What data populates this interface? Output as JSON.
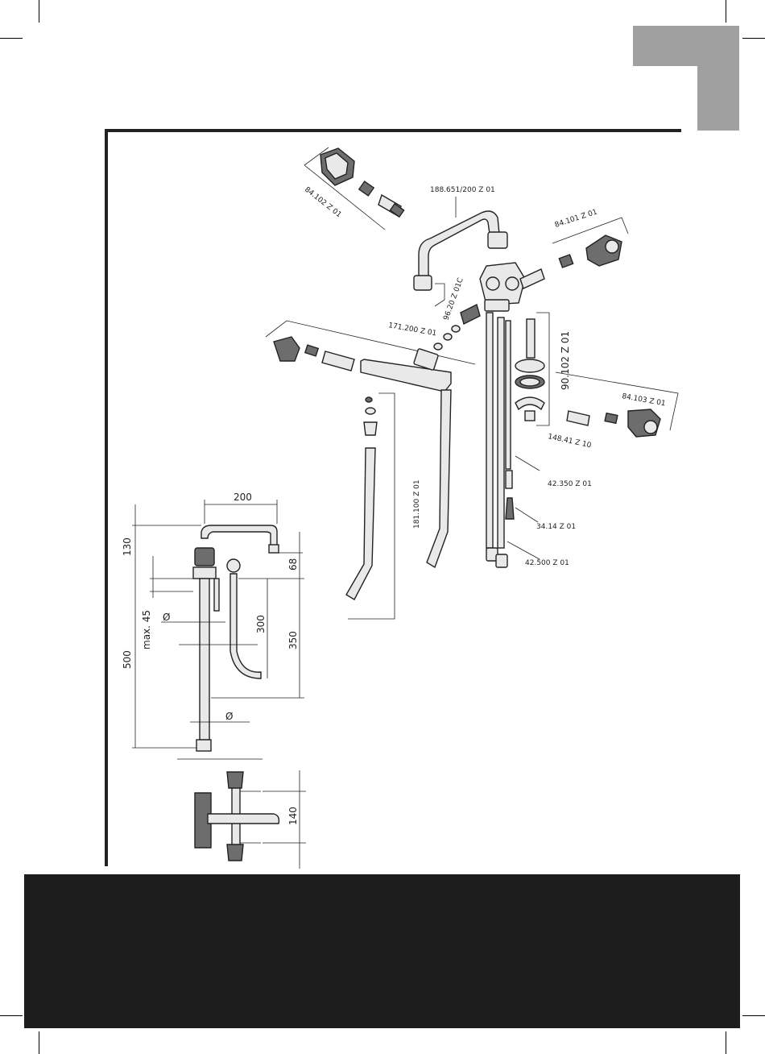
{
  "parts": {
    "knob_top": "84.102 Z 01",
    "spout": "188.651/200 Z 01",
    "knob_right_top": "84.101 Z 01",
    "washer_set": "96.20 Z 01C",
    "spout_lower": "171.200 Z 01",
    "rod_set": "90.102 Z 01",
    "knob_right_bottom": "84.103 Z 01",
    "clip": "148.41 Z 10",
    "riser_pipe": "181.100 Z 01",
    "hose_1": "42.350 Z 01",
    "cone": "34.14 Z 01",
    "hose_2": "42.500 Z 01"
  },
  "dimensions": {
    "width_200": "200",
    "height_130": "130",
    "height_68": "68",
    "max_45": "max. 45",
    "diameter_1": "Ø",
    "diameter_2": "Ø",
    "height_500": "500",
    "height_300": "300",
    "height_350": "350",
    "width_140": "140"
  },
  "colors": {
    "tab": "#a0a0a0",
    "footer": "#1d1d1d",
    "frame": "#222222"
  }
}
